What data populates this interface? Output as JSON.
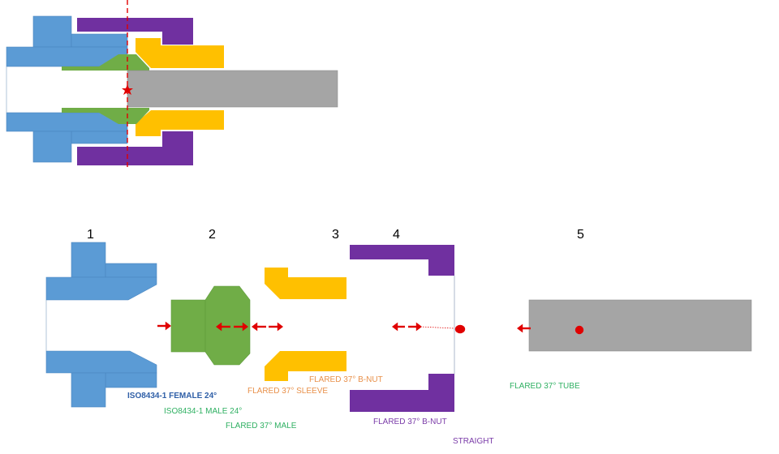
{
  "colors": {
    "blue": "#5b9bd5",
    "purple": "#7030a0",
    "yellow": "#ffc000",
    "green": "#70ad47",
    "gray": "#a5a5a5",
    "red": "#e00000",
    "blue_text": "#2f5fa7",
    "green_text": "#2fb062",
    "orange_text": "#e8904a",
    "purple_text": "#7a3ba8"
  },
  "part_numbers": [
    "1",
    "2",
    "3",
    "4",
    "5"
  ],
  "labels": {
    "female": "ISO8434-1  FEMALE 24°",
    "male24": "ISO8434-1  MALE 24°",
    "flared_male": "FLARED 37° MALE",
    "sleeve": "FLARED 37° SLEEVE",
    "bnut_orange": "FLARED 37° B-NUT",
    "bnut_purple": "FLARED 37° B-NUT",
    "straight": "STRAIGHT",
    "tube": "FLARED 37° TUBE"
  }
}
